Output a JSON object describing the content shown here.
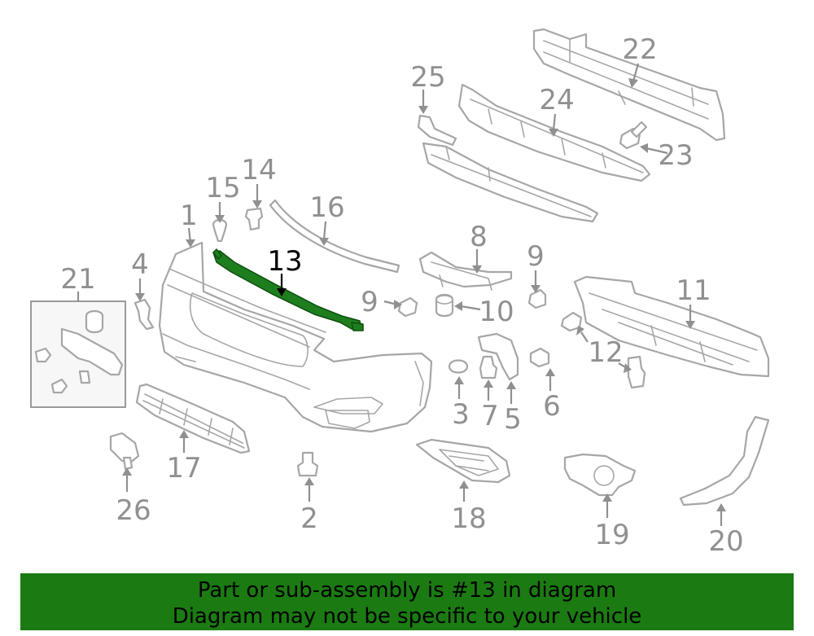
{
  "callouts": [
    {
      "id": "1",
      "label": "1"
    },
    {
      "id": "2",
      "label": "2"
    },
    {
      "id": "3",
      "label": "3"
    },
    {
      "id": "4",
      "label": "4"
    },
    {
      "id": "5",
      "label": "5"
    },
    {
      "id": "6",
      "label": "6"
    },
    {
      "id": "7",
      "label": "7"
    },
    {
      "id": "8",
      "label": "8"
    },
    {
      "id": "9a",
      "label": "9"
    },
    {
      "id": "9b",
      "label": "9"
    },
    {
      "id": "10",
      "label": "10"
    },
    {
      "id": "11",
      "label": "11"
    },
    {
      "id": "12",
      "label": "12"
    },
    {
      "id": "13",
      "label": "13"
    },
    {
      "id": "14",
      "label": "14"
    },
    {
      "id": "15",
      "label": "15"
    },
    {
      "id": "16",
      "label": "16"
    },
    {
      "id": "17",
      "label": "17"
    },
    {
      "id": "18",
      "label": "18"
    },
    {
      "id": "19",
      "label": "19"
    },
    {
      "id": "20",
      "label": "20"
    },
    {
      "id": "21",
      "label": "21"
    },
    {
      "id": "22",
      "label": "22"
    },
    {
      "id": "23",
      "label": "23"
    },
    {
      "id": "24",
      "label": "24"
    },
    {
      "id": "25",
      "label": "25"
    },
    {
      "id": "26",
      "label": "26"
    }
  ],
  "highlighted_part": "13",
  "colors": {
    "highlight": "#1e7e1e",
    "banner": "#1b7a12",
    "callout": "#909090",
    "outline": "#a6a6a6"
  },
  "banner": {
    "line1": "Part or sub-assembly is #13 in diagram",
    "line2": "Diagram may not be specific to your vehicle"
  }
}
